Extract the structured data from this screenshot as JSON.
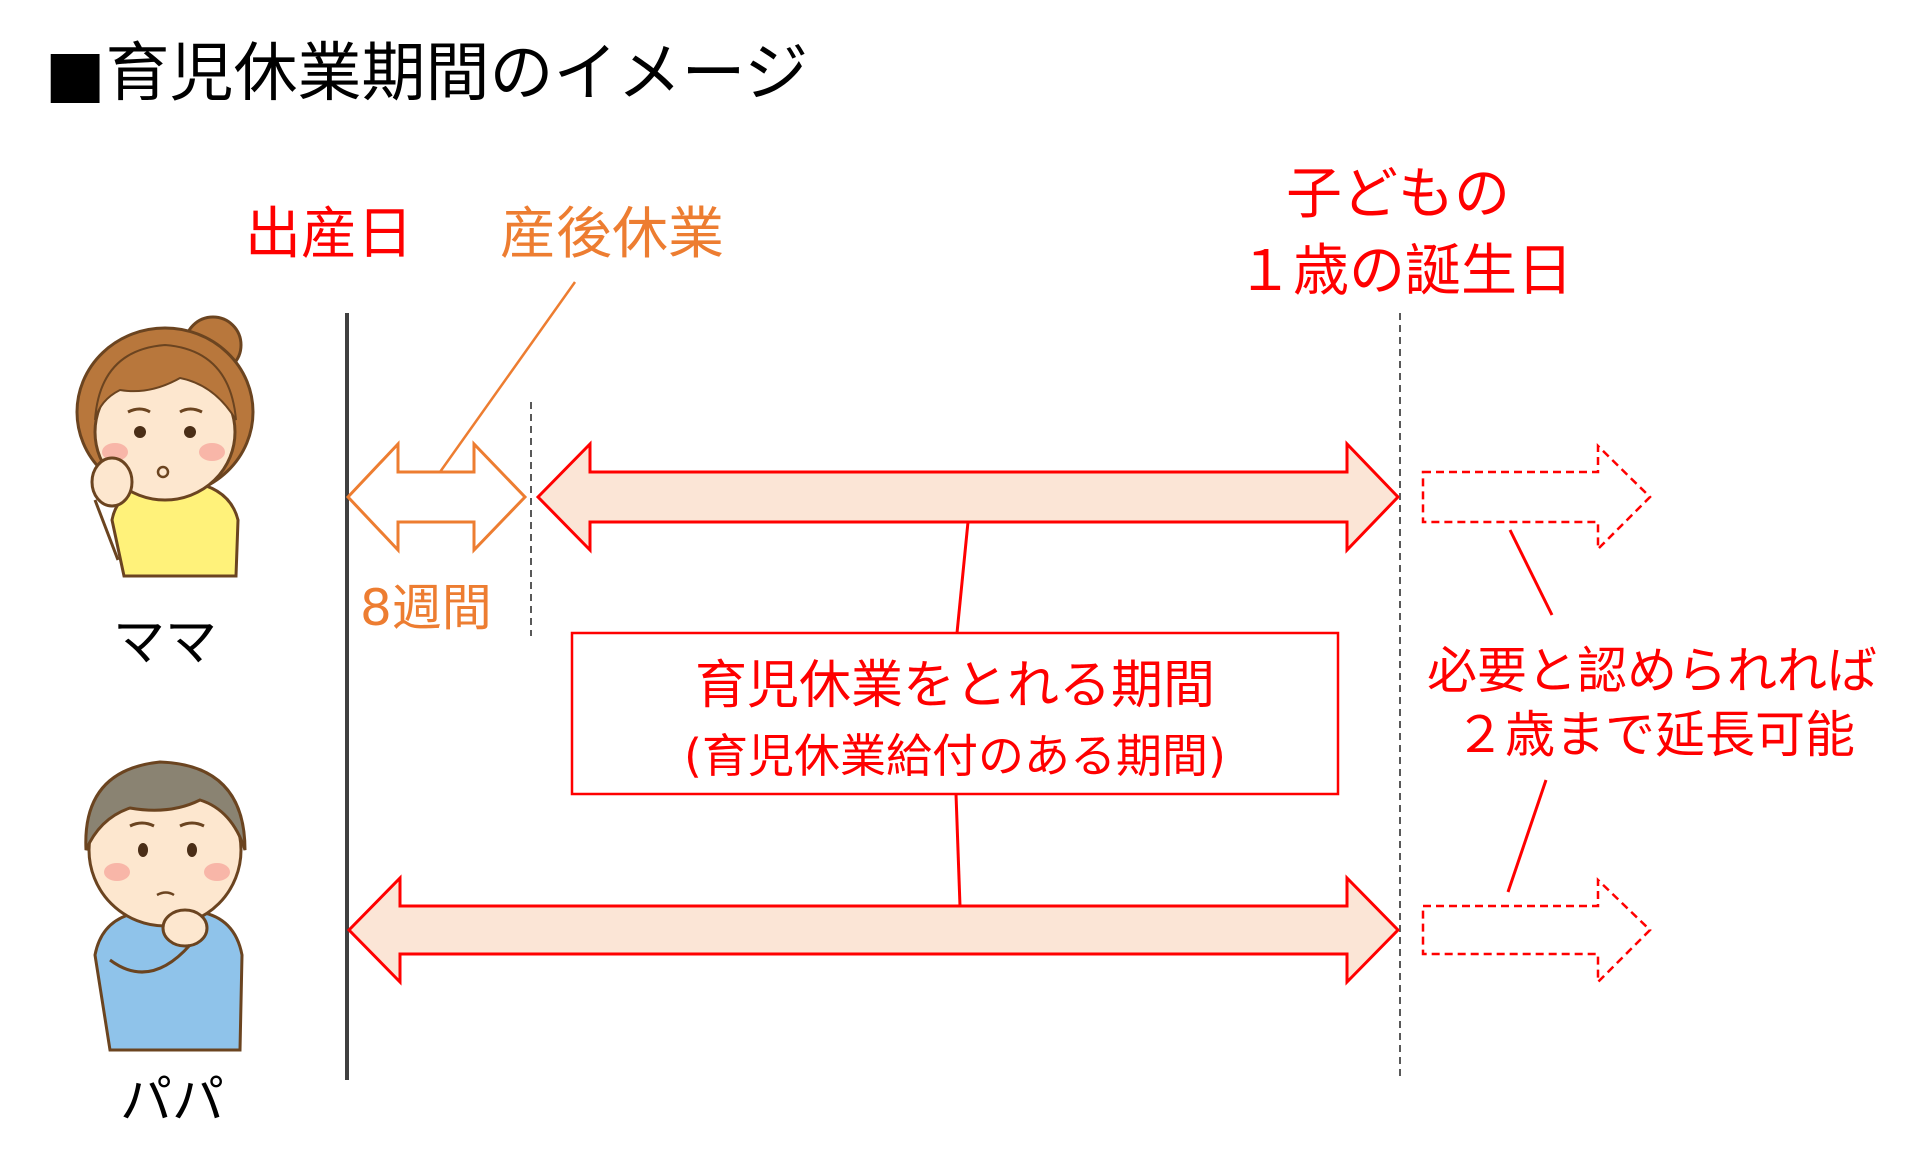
{
  "title": "■育児休業期間のイメージ",
  "labels": {
    "birth_day": "出産日",
    "postnatal_leave": "産後休業",
    "first_birthday_line1": "子どもの",
    "first_birthday_line2": "１歳の誕生日",
    "eight_weeks": "8週間",
    "mama": "ママ",
    "papa": "パパ"
  },
  "leave_box": {
    "line1": "育児休業をとれる期間",
    "line2": "(育児休業給付のある期間)"
  },
  "extension_note": {
    "line1": "必要と認められれば",
    "line2": "２歳まで延長可能"
  },
  "colors": {
    "red": "#ff0000",
    "orange": "#ed7d31",
    "arrow_fill": "#fbe5d6",
    "timeline": "#404040",
    "dashed_line": "#595959"
  }
}
